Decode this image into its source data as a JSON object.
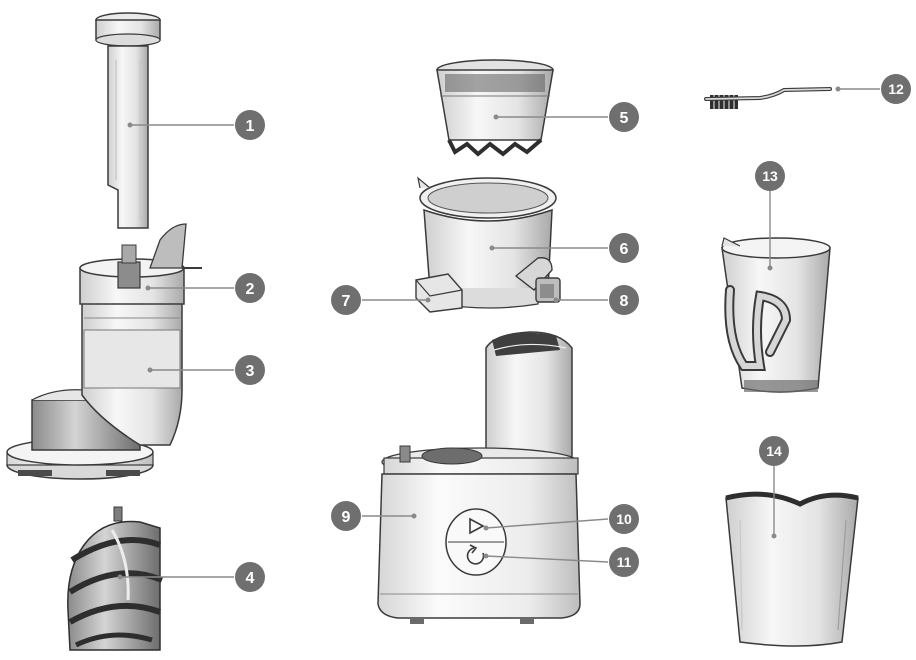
{
  "diagram": {
    "callouts": [
      {
        "id": "1",
        "label": "1",
        "part": "pusher"
      },
      {
        "id": "2",
        "label": "2",
        "part": "hopper-lid"
      },
      {
        "id": "3",
        "label": "3",
        "part": "feed-chute"
      },
      {
        "id": "4",
        "label": "4",
        "part": "auger"
      },
      {
        "id": "5",
        "label": "5",
        "part": "strainer"
      },
      {
        "id": "6",
        "label": "6",
        "part": "juicing-bowl"
      },
      {
        "id": "7",
        "label": "7",
        "part": "pulp-outlet"
      },
      {
        "id": "8",
        "label": "8",
        "part": "juice-spout-cap"
      },
      {
        "id": "9",
        "label": "9",
        "part": "motor-base"
      },
      {
        "id": "10",
        "label": "10",
        "part": "start-button"
      },
      {
        "id": "11",
        "label": "11",
        "part": "reverse-button"
      },
      {
        "id": "12",
        "label": "12",
        "part": "cleaning-brush"
      },
      {
        "id": "13",
        "label": "13",
        "part": "juice-cup"
      },
      {
        "id": "14",
        "label": "14",
        "part": "pulp-cup"
      }
    ],
    "colors": {
      "callout_fill": "#6f6f6f",
      "leader_line": "#8a8a8a",
      "outline": "#3a3a3a",
      "part_light": "#f2f2f2",
      "part_mid": "#d9d9d9",
      "part_dark": "#9a9a9a",
      "part_shade": "#5a5a5a"
    },
    "icons": {
      "start_button": "play-icon",
      "reverse_button": "reverse-icon"
    }
  }
}
